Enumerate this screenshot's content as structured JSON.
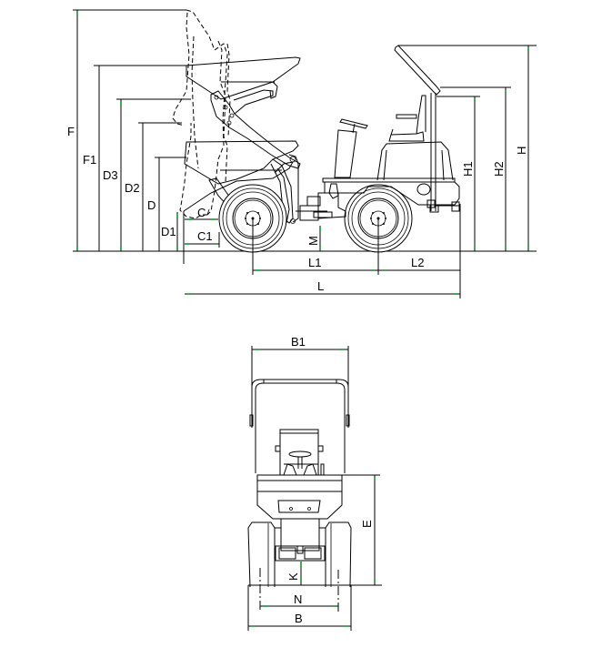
{
  "drawing": {
    "subject": "mini wheel loader / dumper dimension diagram",
    "colors": {
      "line": "#000000",
      "dimension_tick": "#2db84a",
      "background": "#ffffff"
    }
  },
  "side_view": {
    "height_dimensions": {
      "F": "F",
      "F1": "F1",
      "D3": "D3",
      "D2": "D2",
      "D": "D",
      "D1": "D1",
      "H": "H",
      "H1": "H1",
      "H2": "H2",
      "M": "M"
    },
    "horizontal_dimensions": {
      "C": "C",
      "C1": "C1",
      "L1": "L1",
      "L2": "L2",
      "L": "L"
    }
  },
  "front_view": {
    "dimensions": {
      "B1": "B1",
      "E": "E",
      "K": "K",
      "N": "N",
      "B": "B"
    }
  }
}
